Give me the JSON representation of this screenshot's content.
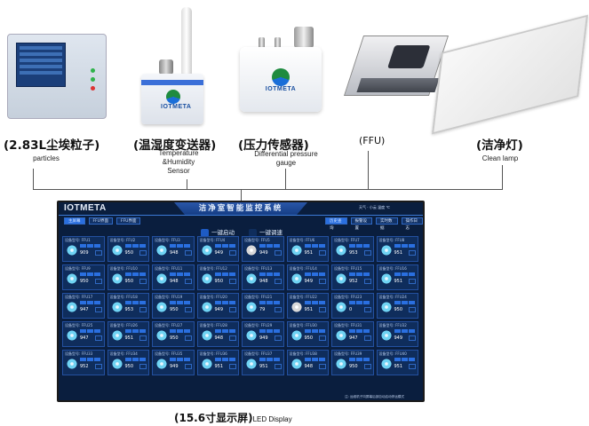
{
  "labels": {
    "particles_cn": "(2.83L尘埃粒子)",
    "particles_en": "particles",
    "humidity_cn": "(温湿度变送器)",
    "humidity_en_1": "Temperature",
    "humidity_en_2": "&Humidity",
    "humidity_en_3": "Sensor",
    "pressure_cn": "(压力传感器)",
    "pressure_en_1": "Differential pressure",
    "pressure_en_2": "gauge",
    "ffu_cn": "(FFU)",
    "lamp_cn": "(洁净灯)",
    "lamp_en": "Clean lamp",
    "display_cn": "(15.6寸显示屏)",
    "display_en": "LED Display"
  },
  "logo_text": "IOTMETA",
  "display": {
    "brand": "IOTMETA",
    "title": "洁净室智能监控系统",
    "weather": "天气 · 小云 温度 ℃",
    "tabs_left": [
      "主屏幕",
      "FFU界面",
      "FFU界面"
    ],
    "tabs_right": [
      "历史查询",
      "报警设置",
      "实时数据",
      "操作日志"
    ],
    "one_click_start": "一键启动",
    "one_click_speed": "一键调速",
    "footer": "注: 运维机子向屏幕后部自动启动停运模式"
  },
  "cells": [
    {
      "name": "设备型号: FFU1",
      "value": "909",
      "off": false
    },
    {
      "name": "设备型号: FFU2",
      "value": "950",
      "off": false
    },
    {
      "name": "设备型号: FFU3",
      "value": "948",
      "off": false
    },
    {
      "name": "设备型号: FFU4",
      "value": "949",
      "off": false
    },
    {
      "name": "设备型号: FFU5",
      "value": "949",
      "off": true
    },
    {
      "name": "设备型号: FFU6",
      "value": "951",
      "off": false
    },
    {
      "name": "设备型号: FFU7",
      "value": "953",
      "off": false
    },
    {
      "name": "设备型号: FFU8",
      "value": "951",
      "off": false
    },
    {
      "name": "设备型号: FFU9",
      "value": "950",
      "off": false
    },
    {
      "name": "设备型号: FFU10",
      "value": "950",
      "off": false
    },
    {
      "name": "设备型号: FFU11",
      "value": "948",
      "off": false
    },
    {
      "name": "设备型号: FFU12",
      "value": "950",
      "off": false
    },
    {
      "name": "设备型号: FFU13",
      "value": "948",
      "off": false
    },
    {
      "name": "设备型号: FFU14",
      "value": "949",
      "off": false
    },
    {
      "name": "设备型号: FFU15",
      "value": "952",
      "off": false
    },
    {
      "name": "设备型号: FFU16",
      "value": "951",
      "off": false
    },
    {
      "name": "设备型号: FFU17",
      "value": "947",
      "off": false
    },
    {
      "name": "设备型号: FFU18",
      "value": "953",
      "off": false
    },
    {
      "name": "设备型号: FFU19",
      "value": "950",
      "off": false
    },
    {
      "name": "设备型号: FFU20",
      "value": "949",
      "off": false
    },
    {
      "name": "设备型号: FFU21",
      "value": "79",
      "off": false
    },
    {
      "name": "设备型号: FFU22",
      "value": "951",
      "off": true
    },
    {
      "name": "设备型号: FFU23",
      "value": "0",
      "off": false
    },
    {
      "name": "设备型号: FFU24",
      "value": "950",
      "off": false
    },
    {
      "name": "设备型号: FFU25",
      "value": "947",
      "off": false
    },
    {
      "name": "设备型号: FFU26",
      "value": "951",
      "off": false
    },
    {
      "name": "设备型号: FFU27",
      "value": "950",
      "off": false
    },
    {
      "name": "设备型号: FFU28",
      "value": "948",
      "off": false
    },
    {
      "name": "设备型号: FFU29",
      "value": "949",
      "off": false
    },
    {
      "name": "设备型号: FFU30",
      "value": "950",
      "off": false
    },
    {
      "name": "设备型号: FFU31",
      "value": "947",
      "off": false
    },
    {
      "name": "设备型号: FFU32",
      "value": "949",
      "off": false
    },
    {
      "name": "设备型号: FFU33",
      "value": "952",
      "off": false
    },
    {
      "name": "设备型号: FFU34",
      "value": "950",
      "off": false
    },
    {
      "name": "设备型号: FFU35",
      "value": "949",
      "off": false
    },
    {
      "name": "设备型号: FFU36",
      "value": "951",
      "off": false
    },
    {
      "name": "设备型号: FFU37",
      "value": "951",
      "off": false
    },
    {
      "name": "设备型号: FFU38",
      "value": "948",
      "off": false
    },
    {
      "name": "设备型号: FFU39",
      "value": "950",
      "off": false
    },
    {
      "name": "设备型号: FFU40",
      "value": "951",
      "off": false
    }
  ]
}
